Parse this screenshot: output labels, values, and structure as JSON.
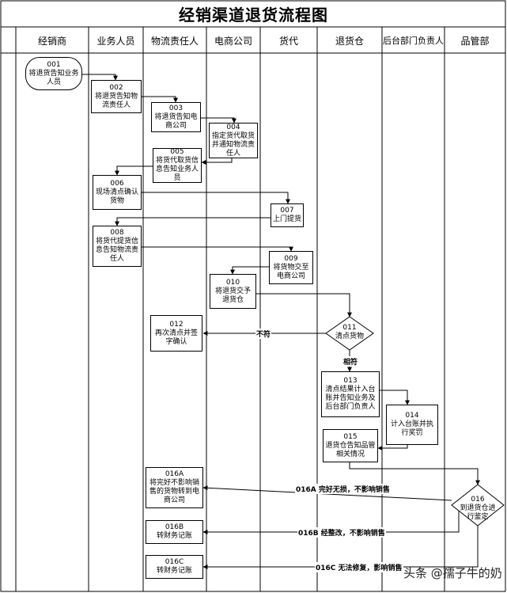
{
  "title": "经销渠道退货流程图",
  "lanes": [
    "经销商",
    "业务人员",
    "物流责任人",
    "电商公司",
    "货代",
    "退货仓",
    "后台部门负责人",
    "品管部"
  ],
  "nodes": {
    "n001": {
      "num": "001",
      "text": "将退货告知业务人员"
    },
    "n002": {
      "num": "002",
      "text": "将退货告知物流责任人"
    },
    "n003": {
      "num": "003",
      "text": "将退货告知电商公司"
    },
    "n004": {
      "num": "004",
      "text": "指定货代取货并通知物流责任人"
    },
    "n005": {
      "num": "005",
      "text": "将货代取货信息告知业务人员"
    },
    "n006": {
      "num": "006",
      "text": "现场清点确认货物"
    },
    "n007": {
      "num": "007",
      "text": "上门提货"
    },
    "n008": {
      "num": "008",
      "text": "将货代提货信息告知物流责任人"
    },
    "n009": {
      "num": "009",
      "text": "将货物交至电商公司"
    },
    "n010": {
      "num": "010",
      "text": "将退货交予退货仓"
    },
    "n011": {
      "num": "011",
      "text": "清点货物"
    },
    "n012": {
      "num": "012",
      "text": "再次清点并签字确认"
    },
    "n013": {
      "num": "013",
      "text": "清点结果计入台账并告知业务及后台部门负责人"
    },
    "n014": {
      "num": "014",
      "text": "计入台账并执行奖罚"
    },
    "n015": {
      "num": "015",
      "text": "退货仓告知品管相关情况"
    },
    "n016": {
      "num": "016",
      "text": "到退货仓进行鉴定"
    },
    "n016a": {
      "num": "016A",
      "text": "将完好不影响销售的货物转到电商公司"
    },
    "n016b": {
      "num": "016B",
      "text": "转财务记账"
    },
    "n016c": {
      "num": "016C",
      "text": "转财务记账"
    }
  },
  "edge_labels": {
    "mismatch": "不符",
    "match": "相符",
    "e016a": "016A 完好无损，不影响销售",
    "e016b": "016B 经整改，不影响销售",
    "e016c": "016C 无法修复，影响销售"
  },
  "watermark": "头条 @孺子牛的奶"
}
